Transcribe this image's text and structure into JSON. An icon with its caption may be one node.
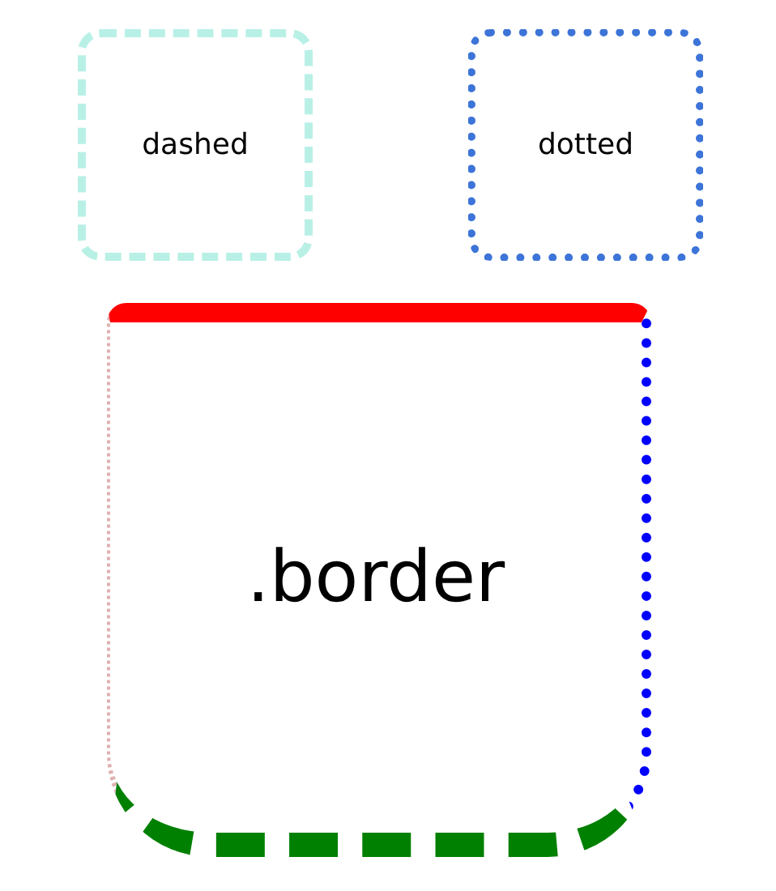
{
  "diagram": {
    "nodes": [
      {
        "text": [
          "dashed"
        ]
      },
      {
        "text": [
          "dotted"
        ]
      },
      {
        "text": [
          ".border"
        ]
      }
    ]
  }
}
